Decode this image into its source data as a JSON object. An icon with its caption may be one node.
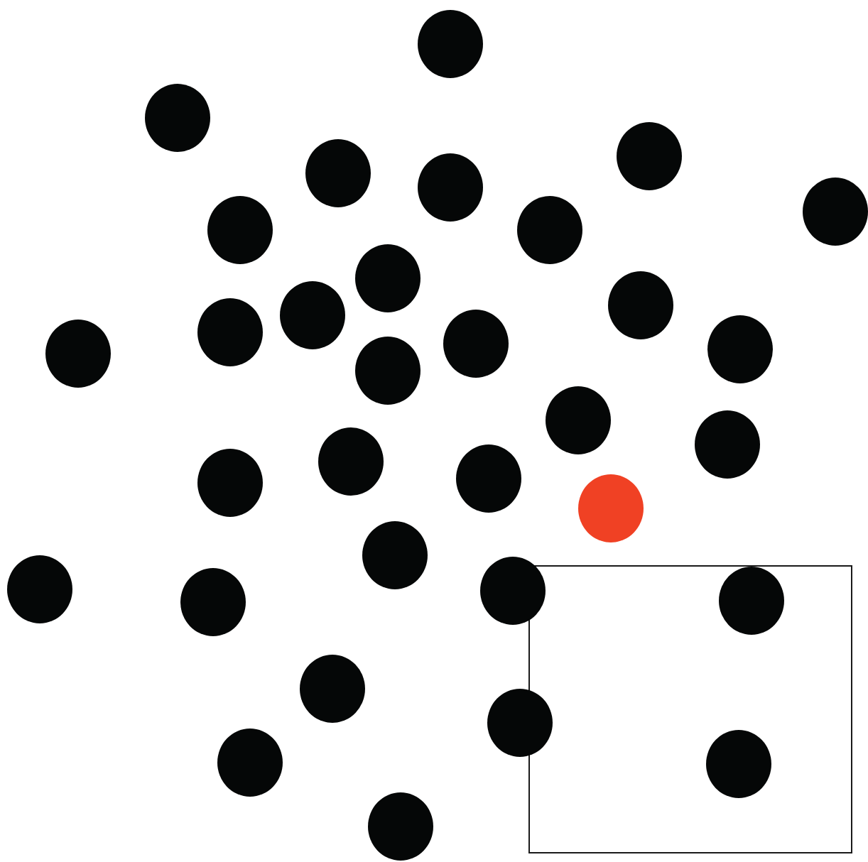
{
  "diagram": {
    "nodes": [
      {
        "text": [],
        "shape": "circle"
      },
      {
        "text": [],
        "shape": "circle"
      },
      {
        "text": [],
        "shape": "circle"
      },
      {
        "text": [],
        "shape": "circle"
      },
      {
        "text": [],
        "shape": "circle"
      },
      {
        "text": [],
        "shape": "circle"
      },
      {
        "text": [],
        "shape": "circle"
      },
      {
        "text": [],
        "shape": "circle"
      },
      {
        "text": [],
        "shape": "circle"
      },
      {
        "text": [],
        "shape": "circle"
      },
      {
        "text": [],
        "shape": "circle"
      },
      {
        "text": [],
        "shape": "circle"
      },
      {
        "text": [],
        "shape": "circle"
      },
      {
        "text": [],
        "shape": "circle"
      },
      {
        "text": [],
        "shape": "circle"
      },
      {
        "text": [],
        "shape": "circle"
      },
      {
        "text": [],
        "shape": "circle"
      },
      {
        "text": [],
        "shape": "circle"
      },
      {
        "text": [],
        "shape": "circle"
      },
      {
        "text": [],
        "shape": "circle"
      },
      {
        "text": [],
        "shape": "circle"
      },
      {
        "text": [],
        "shape": "circle"
      },
      {
        "text": [],
        "shape": "circle"
      },
      {
        "text": [],
        "shape": "box"
      },
      {
        "text": [],
        "shape": "circle"
      },
      {
        "text": [],
        "shape": "circle"
      },
      {
        "text": [],
        "shape": "circle",
        "in": 23
      },
      {
        "text": [],
        "shape": "circle"
      },
      {
        "text": [],
        "shape": "circle"
      },
      {
        "text": [],
        "shape": "circle"
      },
      {
        "text": [],
        "shape": "circle"
      },
      {
        "text": [],
        "shape": "circle",
        "in": 23
      },
      {
        "text": [],
        "shape": "circle"
      }
    ]
  }
}
